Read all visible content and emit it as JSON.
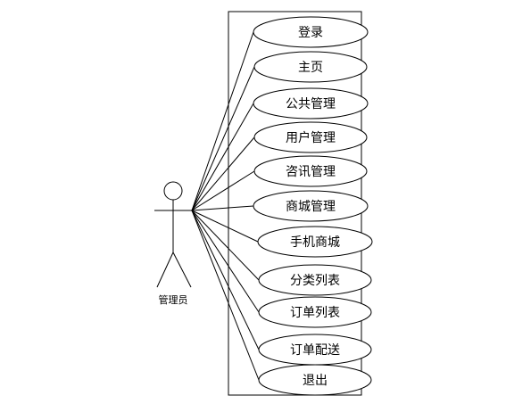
{
  "actor": {
    "name": "管理员"
  },
  "use_cases": [
    {
      "label": "登录"
    },
    {
      "label": "主页"
    },
    {
      "label": "公共管理"
    },
    {
      "label": "用户管理"
    },
    {
      "label": "咨讯管理"
    },
    {
      "label": "商城管理"
    },
    {
      "label": "手机商城"
    },
    {
      "label": "分类列表"
    },
    {
      "label": "订单列表"
    },
    {
      "label": "订单配送"
    },
    {
      "label": "退出"
    }
  ],
  "colors": {
    "stroke": "#000000",
    "background": "#ffffff"
  }
}
